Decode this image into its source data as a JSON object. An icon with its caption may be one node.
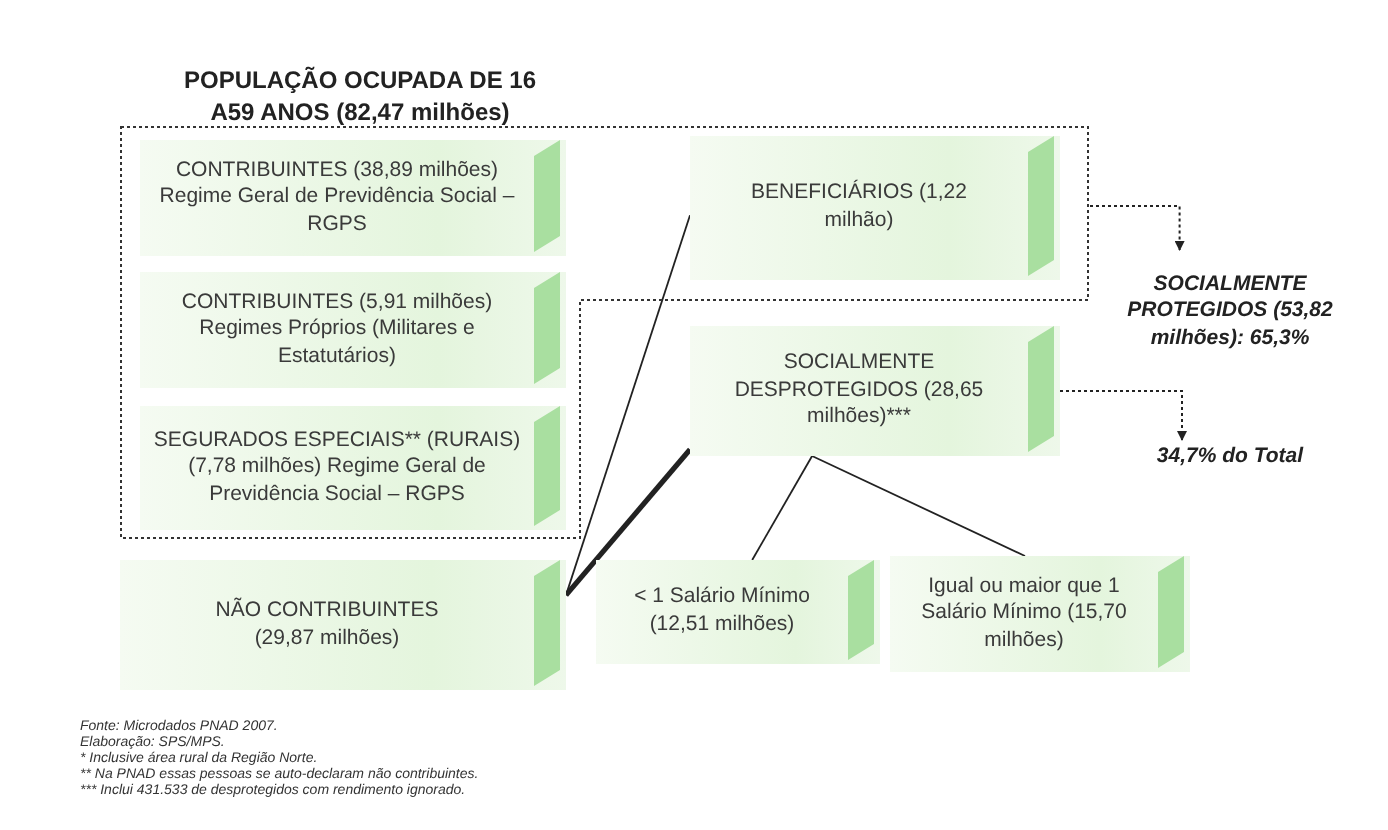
{
  "diagram": {
    "title": "POPULAÇÃO OCUPADA DE 16 A59 ANOS (82,47 milhões)",
    "nodes": [
      {
        "text": [],
        "shape": "box"
      },
      {
        "text": [
          "CONTRIBUINTES (38,89 milhões) Regime Geral de Previdência Social – RGPS"
        ],
        "in": 0
      },
      {
        "text": [
          "CONTRIBUINTES (5,91 milhões) Regimes Próprios (Militares e Estatutários)"
        ],
        "in": 0
      },
      {
        "text": [
          "SEGURADOS ESPECIAIS** (RURAIS) (7,78 milhões) Regime Geral de Previdência Social – RGPS"
        ],
        "in": 0
      },
      {
        "text": [
          "BENEFICIÁRIOS (1,22 milhão)"
        ],
        "in": 0
      },
      {
        "text": [
          "NÃO CONTRIBUINTES (29,87 milhões)"
        ]
      },
      {
        "text": [
          "SOCIALMENTE DESPROTEGIDOS (28,65 milhões)***"
        ]
      },
      {
        "text": [
          "SOCIALMENTE PROTEGIDOS (53,82 milhões): 65,3%"
        ]
      },
      {
        "text": [
          "34,7% do Total"
        ]
      },
      {
        "text": [
          "< 1 Salário Mínimo (12,51 milhões)"
        ]
      },
      {
        "text": [
          "Igual ou maior que 1 Salário Mínimo (15,70 milhões)"
        ]
      }
    ],
    "edges": [
      {
        "from": 0,
        "to": 7,
        "arrow": "to",
        "style": "dashed"
      },
      {
        "from": 6,
        "to": 8,
        "arrow": "to",
        "style": "dashed"
      },
      {
        "from": 5,
        "to": 4,
        "arrow": "none"
      },
      {
        "from": 5,
        "to": 6,
        "arrow": "none",
        "style": "thick"
      },
      {
        "from": 6,
        "to": 9,
        "arrow": "none"
      },
      {
        "from": 6,
        "to": 10,
        "arrow": "none"
      }
    ],
    "labels": [
      "Fonte: Microdados PNAD 2007.",
      "Elaboração: SPS/MPS.",
      "* Inclusive área rural da Região Norte.",
      "** Na PNAD essas pessoas se auto-declaram não contribuintes.",
      "*** Inclui 431.533 de desprotegidos com rendimento ignorado."
    ]
  }
}
